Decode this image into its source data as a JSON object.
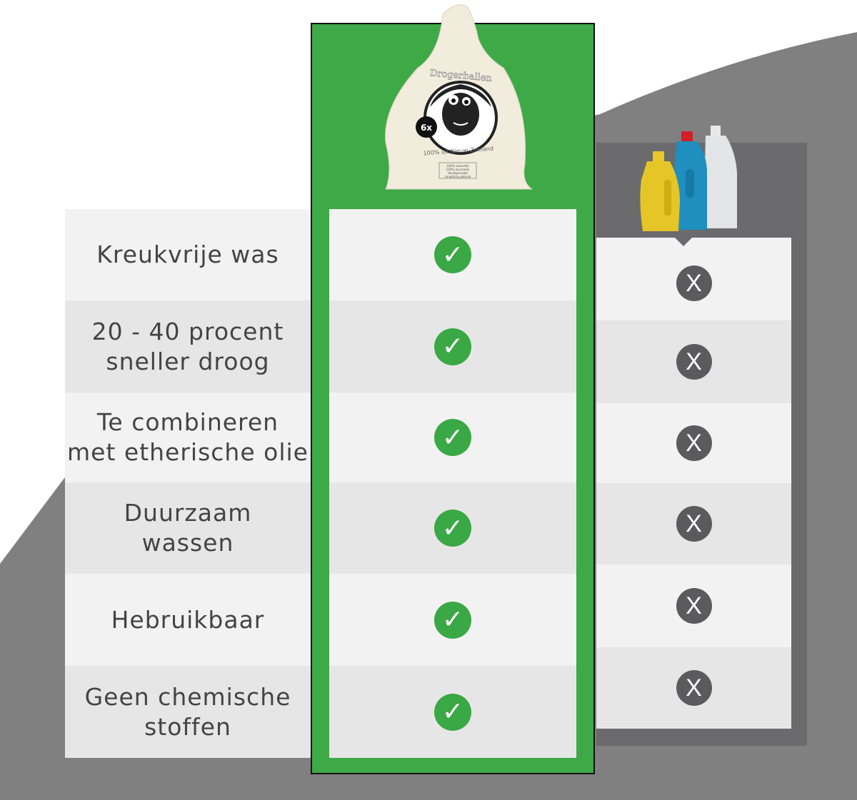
{
  "colors": {
    "green": "#3eaa47",
    "check": "#3aa845",
    "x_circle": "#5b5b5d",
    "background_gray": "#808080",
    "panel_gray": "#6b6b6d"
  },
  "product": {
    "name": "Drogerballen",
    "count": "6x",
    "origin": "100% uit Nieuw-Zeeland",
    "features": [
      "100% natuurlijk",
      "100% duurzaam",
      "Handgemaakt",
      "Langdurig gebruik"
    ],
    "image": "dryer-balls-bag"
  },
  "competitor": {
    "image": "detergent-bottles"
  },
  "rows": [
    {
      "label": "Kreukvrije was",
      "product": "✓",
      "competitor": "X"
    },
    {
      "label": "20 - 40 procent\nsneller droog",
      "product": "✓",
      "competitor": "X"
    },
    {
      "label": "Te combineren\nmet etherische olie",
      "product": "✓",
      "competitor": "X"
    },
    {
      "label": "Duurzaam\nwassen",
      "product": "✓",
      "competitor": "X"
    },
    {
      "label": "Hebruikbaar",
      "product": "✓",
      "competitor": "X"
    },
    {
      "label": "Geen chemische\nstoffen",
      "product": "✓",
      "competitor": "X"
    }
  ]
}
